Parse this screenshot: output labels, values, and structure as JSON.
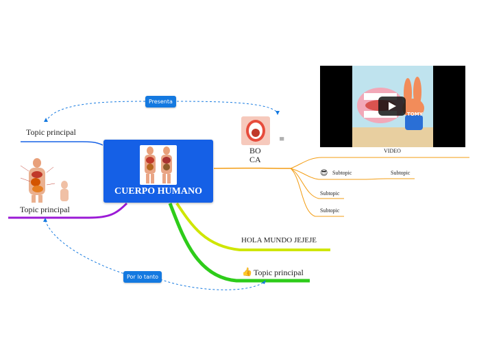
{
  "central_topic": {
    "title": "CUERPO HUMANO",
    "image": "human-anatomy-torsos-icon",
    "color": "#1560e6"
  },
  "topics": [
    {
      "id": "topic-principal-1",
      "label": "Topic principal",
      "color": "#1560e6"
    },
    {
      "id": "topic-principal-2",
      "label": "Topic principal",
      "image": "digestive-system-illustration",
      "color": "#9b1ad6"
    },
    {
      "id": "boca",
      "label_line1": "BO",
      "label_line2": "CA",
      "image": "mouth-icon",
      "note_icon": "≡",
      "color": "#f39c12"
    },
    {
      "id": "hola",
      "label": "HOLA MUNDO JEJEJE",
      "color": "#d4e600"
    },
    {
      "id": "topic-principal-3",
      "emoji": "👍",
      "label": "Topic principal",
      "color": "#2ecc1a"
    }
  ],
  "boca_children": [
    {
      "label": "VIDEO",
      "media": "video-thumbnail-tomy"
    },
    {
      "emoji": "😎",
      "label": "Subtopic",
      "child": "Subtopic"
    },
    {
      "label": "Subtopic"
    },
    {
      "label": "Subtopic"
    }
  ],
  "relationships": [
    {
      "label": "Presenta"
    },
    {
      "label": "Por lo tanto"
    }
  ],
  "video": {
    "play_icon": "play-icon",
    "character_text": "TOMY"
  },
  "colors": {
    "relationship": "#1479e0",
    "background": "#ffffff"
  }
}
